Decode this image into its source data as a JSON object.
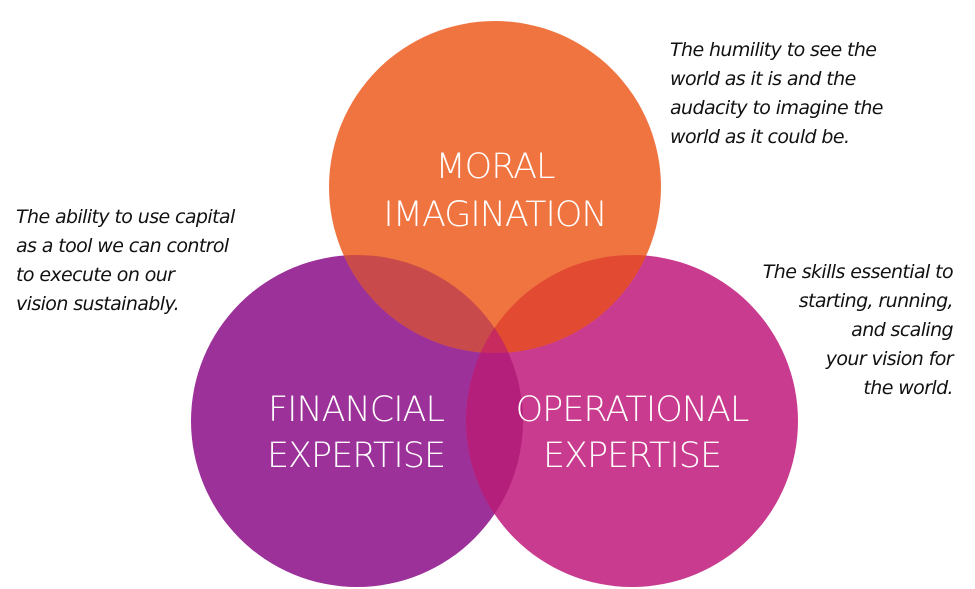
{
  "colors": {
    "moral": "#EF7440",
    "financial": "#9B3199",
    "operational": "#C93B8F",
    "overlap_moral_financial": "#C94A4A",
    "overlap_moral_operational": "#E24A31",
    "overlap_financial_operational": "#B51F7C",
    "overlap_center": "#C82B5E",
    "label_text": "#FFFFFF",
    "note_text": "#111111"
  },
  "circles": {
    "moral": {
      "label_line1": "MORAL",
      "label_line2": "IMAGINATION"
    },
    "financial": {
      "label_line1": "FINANCIAL",
      "label_line2": "EXPERTISE"
    },
    "operational": {
      "label_line1": "OPERATIONAL",
      "label_line2": "EXPERTISE"
    }
  },
  "notes": {
    "moral": [
      "The humility to see the",
      "world as it is and the",
      "audacity to imagine the",
      "world as it could be."
    ],
    "financial": [
      "The ability to use capital",
      "as a tool we can control",
      "to execute on our",
      "vision sustainably."
    ],
    "operational": [
      "The skills essential to",
      "starting, running,",
      "and scaling",
      "your vision for",
      "the world."
    ]
  }
}
